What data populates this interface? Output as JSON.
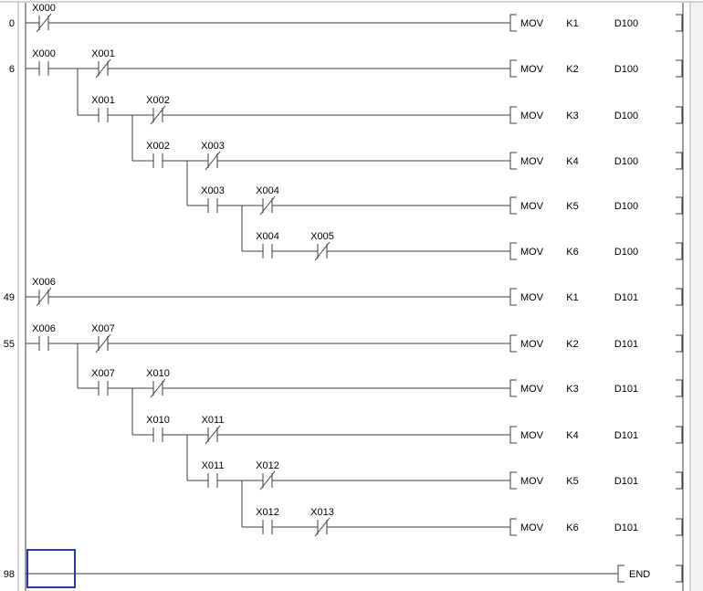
{
  "editor": {
    "type": "plc-ladder-diagram"
  },
  "colors": {
    "wire": "#3d3d3d",
    "text": "#000000",
    "selection_cursor": "#2b3a9e",
    "border": "#a8a8a8",
    "background": "#ffffff"
  },
  "rungs": [
    {
      "step": "0",
      "contacts": [
        {
          "label": "X000",
          "type": "NC"
        }
      ],
      "instruction": {
        "op": "MOV",
        "src": "K1",
        "dst": "D100"
      }
    },
    {
      "step": "6",
      "contacts": [
        {
          "label": "X000",
          "type": "NO"
        },
        {
          "label": "X001",
          "type": "NC"
        }
      ],
      "instruction": {
        "op": "MOV",
        "src": "K2",
        "dst": "D100"
      }
    },
    {
      "contacts": [
        {
          "label": "X001",
          "type": "NO"
        },
        {
          "label": "X002",
          "type": "NC"
        }
      ],
      "instruction": {
        "op": "MOV",
        "src": "K3",
        "dst": "D100"
      }
    },
    {
      "contacts": [
        {
          "label": "X002",
          "type": "NO"
        },
        {
          "label": "X003",
          "type": "NC"
        }
      ],
      "instruction": {
        "op": "MOV",
        "src": "K4",
        "dst": "D100"
      }
    },
    {
      "contacts": [
        {
          "label": "X003",
          "type": "NO"
        },
        {
          "label": "X004",
          "type": "NC"
        }
      ],
      "instruction": {
        "op": "MOV",
        "src": "K5",
        "dst": "D100"
      }
    },
    {
      "contacts": [
        {
          "label": "X004",
          "type": "NO"
        },
        {
          "label": "X005",
          "type": "NC"
        }
      ],
      "instruction": {
        "op": "MOV",
        "src": "K6",
        "dst": "D100"
      }
    },
    {
      "step": "49",
      "contacts": [
        {
          "label": "X006",
          "type": "NC"
        }
      ],
      "instruction": {
        "op": "MOV",
        "src": "K1",
        "dst": "D101"
      }
    },
    {
      "step": "55",
      "contacts": [
        {
          "label": "X006",
          "type": "NO"
        },
        {
          "label": "X007",
          "type": "NC"
        }
      ],
      "instruction": {
        "op": "MOV",
        "src": "K2",
        "dst": "D101"
      }
    },
    {
      "contacts": [
        {
          "label": "X007",
          "type": "NO"
        },
        {
          "label": "X010",
          "type": "NC"
        }
      ],
      "instruction": {
        "op": "MOV",
        "src": "K3",
        "dst": "D101"
      }
    },
    {
      "contacts": [
        {
          "label": "X010",
          "type": "NO"
        },
        {
          "label": "X011",
          "type": "NC"
        }
      ],
      "instruction": {
        "op": "MOV",
        "src": "K4",
        "dst": "D101"
      }
    },
    {
      "contacts": [
        {
          "label": "X011",
          "type": "NO"
        },
        {
          "label": "X012",
          "type": "NC"
        }
      ],
      "instruction": {
        "op": "MOV",
        "src": "K5",
        "dst": "D101"
      }
    },
    {
      "contacts": [
        {
          "label": "X012",
          "type": "NO"
        },
        {
          "label": "X013",
          "type": "NC"
        }
      ],
      "instruction": {
        "op": "MOV",
        "src": "K6",
        "dst": "D101"
      }
    },
    {
      "step": "98",
      "contacts": [],
      "instruction": {
        "op": "END"
      }
    }
  ]
}
